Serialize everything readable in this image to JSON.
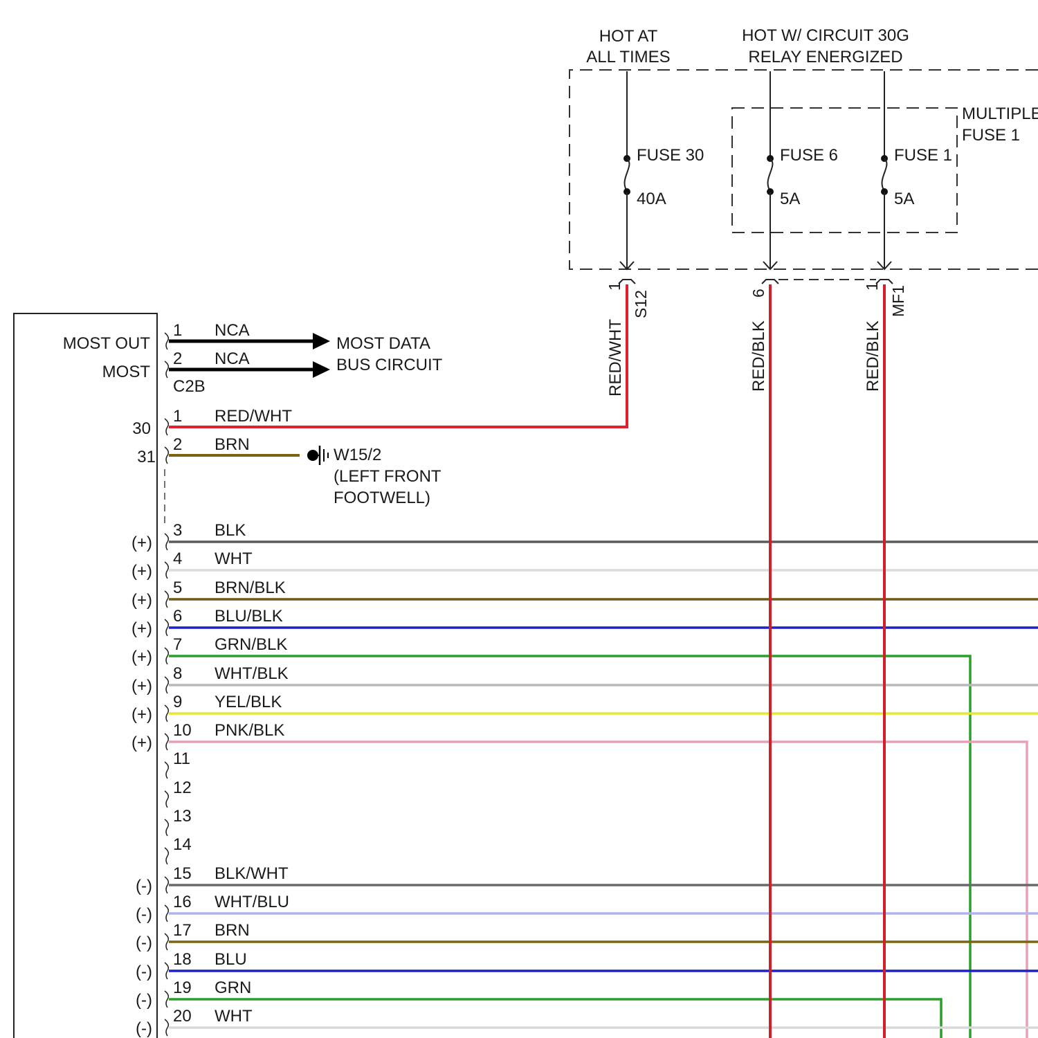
{
  "header": {
    "hot_at_all_times_1": "HOT AT",
    "hot_at_all_times_2": "ALL TIMES",
    "hot_relay_1": "HOT W/ CIRCUIT 30G",
    "hot_relay_2": "RELAY ENERGIZED",
    "multiple_fuse_1": "MULTIPLE",
    "multiple_fuse_2": "FUSE 1"
  },
  "fuses": [
    {
      "name": "FUSE 30",
      "rating": "40A"
    },
    {
      "name": "FUSE 6",
      "rating": "5A"
    },
    {
      "name": "FUSE 1",
      "rating": "5A"
    }
  ],
  "vertical_wires": [
    {
      "pin": "1",
      "connector": "S12",
      "color_label": "RED/WHT",
      "color": "#e0202a"
    },
    {
      "pin": "6",
      "connector": "",
      "color_label": "RED/BLK",
      "color": "#d0202a"
    },
    {
      "pin": "1",
      "connector": "MF1",
      "color_label": "RED/BLK",
      "color": "#d0202a"
    }
  ],
  "module": {
    "most_out_label": "MOST OUT",
    "most_label": "MOST",
    "connector_c2b": "C2B",
    "pin_30": "30",
    "pin_31": "31"
  },
  "most_wires": [
    {
      "pin": "1",
      "label": "NCA"
    },
    {
      "pin": "2",
      "label": "NCA"
    }
  ],
  "most_bus_1": "MOST DATA",
  "most_bus_2": "BUS CIRCUIT",
  "power_wires": [
    {
      "pin": "1",
      "label": "RED/WHT",
      "color": "#e0202a"
    },
    {
      "pin": "2",
      "label": "BRN",
      "color": "#7a6410"
    }
  ],
  "ground": {
    "id": "W15/2",
    "loc_1": "(LEFT FRONT",
    "loc_2": "FOOTWELL)"
  },
  "speaker_wires": [
    {
      "pin": "3",
      "label": "BLK",
      "pol": "(+)",
      "color": "#5a5a5a"
    },
    {
      "pin": "4",
      "label": "WHT",
      "pol": "(+)",
      "color": "#dcdcdc"
    },
    {
      "pin": "5",
      "label": "BRN/BLK",
      "pol": "(+)",
      "color": "#6e5a12"
    },
    {
      "pin": "6",
      "label": "BLU/BLK",
      "pol": "(+)",
      "color": "#1a22c8"
    },
    {
      "pin": "7",
      "label": "GRN/BLK",
      "pol": "(+)",
      "color": "#2aa02a"
    },
    {
      "pin": "8",
      "label": "WHT/BLK",
      "pol": "(+)",
      "color": "#b8b8b8"
    },
    {
      "pin": "9",
      "label": "YEL/BLK",
      "pol": "(+)",
      "color": "#e8e830"
    },
    {
      "pin": "10",
      "label": "PNK/BLK",
      "pol": "(+)",
      "color": "#e8a0b4"
    },
    {
      "pin": "11",
      "label": "",
      "pol": "",
      "color": ""
    },
    {
      "pin": "12",
      "label": "",
      "pol": "",
      "color": ""
    },
    {
      "pin": "13",
      "label": "",
      "pol": "",
      "color": ""
    },
    {
      "pin": "14",
      "label": "",
      "pol": "",
      "color": ""
    },
    {
      "pin": "15",
      "label": "BLK/WHT",
      "pol": "(-)",
      "color": "#6a6a6a"
    },
    {
      "pin": "16",
      "label": "WHT/BLU",
      "pol": "(-)",
      "color": "#b0b4ec"
    },
    {
      "pin": "17",
      "label": "BRN",
      "pol": "(-)",
      "color": "#7a6410"
    },
    {
      "pin": "18",
      "label": "BLU",
      "pol": "(-)",
      "color": "#1a22c8"
    },
    {
      "pin": "19",
      "label": "GRN",
      "pol": "(-)",
      "color": "#2aa02a"
    },
    {
      "pin": "20",
      "label": "WHT",
      "pol": "(-)",
      "color": "#d8d8d8"
    }
  ]
}
